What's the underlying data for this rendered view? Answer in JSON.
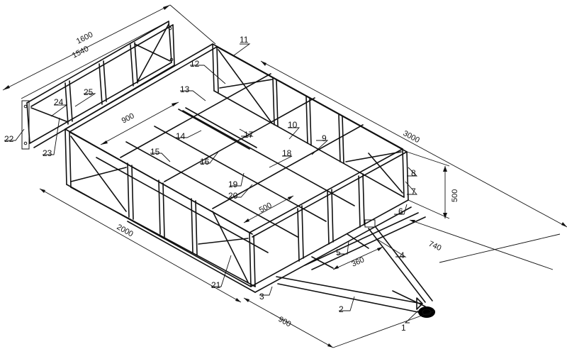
{
  "dimensions": {
    "d1600": "1600",
    "d1540": "1540",
    "d900_top": "900",
    "d3000": "3000",
    "d500_height": "500",
    "d2000": "2000",
    "d500_cross": "500",
    "d740": "740",
    "d360": "360",
    "d900_drawbar": "900"
  },
  "callouts": [
    "1",
    "2",
    "3",
    "4",
    "5",
    "6",
    "7",
    "8",
    "9",
    "10",
    "11",
    "12",
    "13",
    "14",
    "15",
    "16",
    "17",
    "18",
    "19",
    "20",
    "21",
    "22",
    "23",
    "24",
    "25"
  ]
}
